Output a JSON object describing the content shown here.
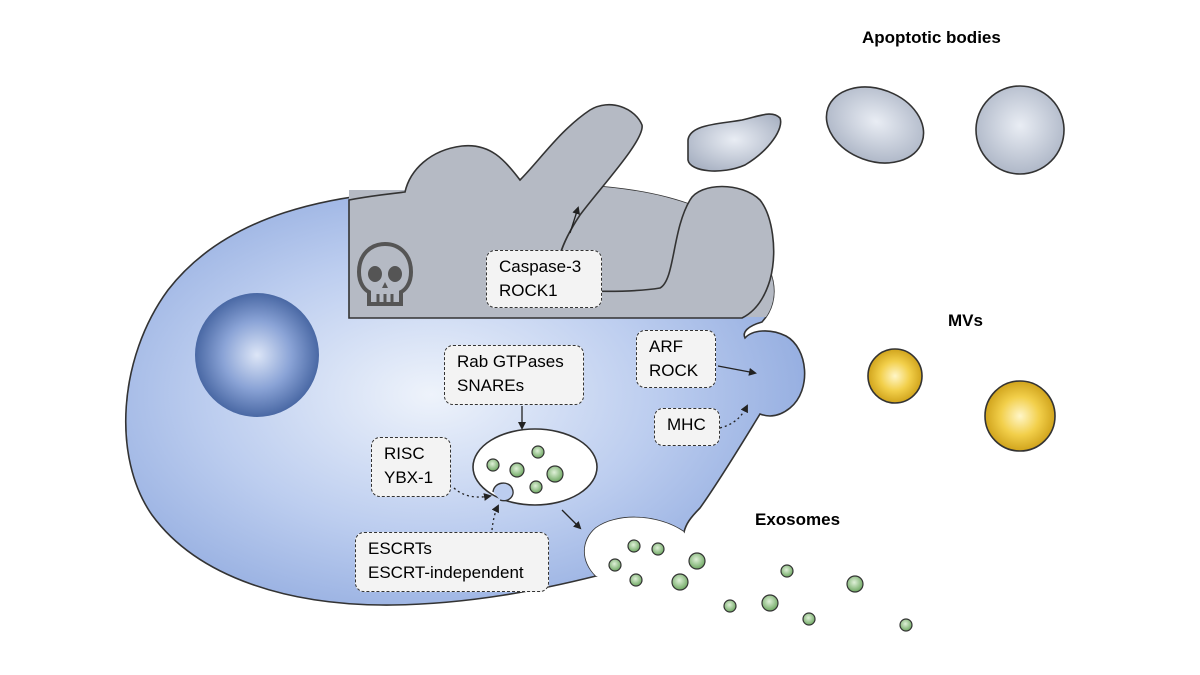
{
  "labels": {
    "apoptotic_bodies": "Apoptotic bodies",
    "mvs": "MVs",
    "exosomes": "Exosomes"
  },
  "boxes": {
    "caspase": [
      "Caspase-3",
      "ROCK1"
    ],
    "rab": [
      "Rab GTPases",
      "SNAREs"
    ],
    "arf": [
      "ARF",
      "ROCK"
    ],
    "mhc": [
      "MHC"
    ],
    "risc": [
      "RISC",
      "YBX-1"
    ],
    "escrt": [
      "ESCRTs",
      "ESCRT-independent"
    ]
  },
  "colors": {
    "cell_center": "#e6edf9",
    "cell_edge": "#8ea8dc",
    "nucleus_center": "#c9d6f0",
    "nucleus_edge": "#3a5a98",
    "apoptotic_gray": "#b4bac5",
    "apoptotic_body": "#c4ccd9",
    "mv_gold": "#e5b520",
    "vesicle_green": "#8bc07e",
    "outline": "#333333"
  },
  "icons": {
    "death": "skull-icon"
  }
}
